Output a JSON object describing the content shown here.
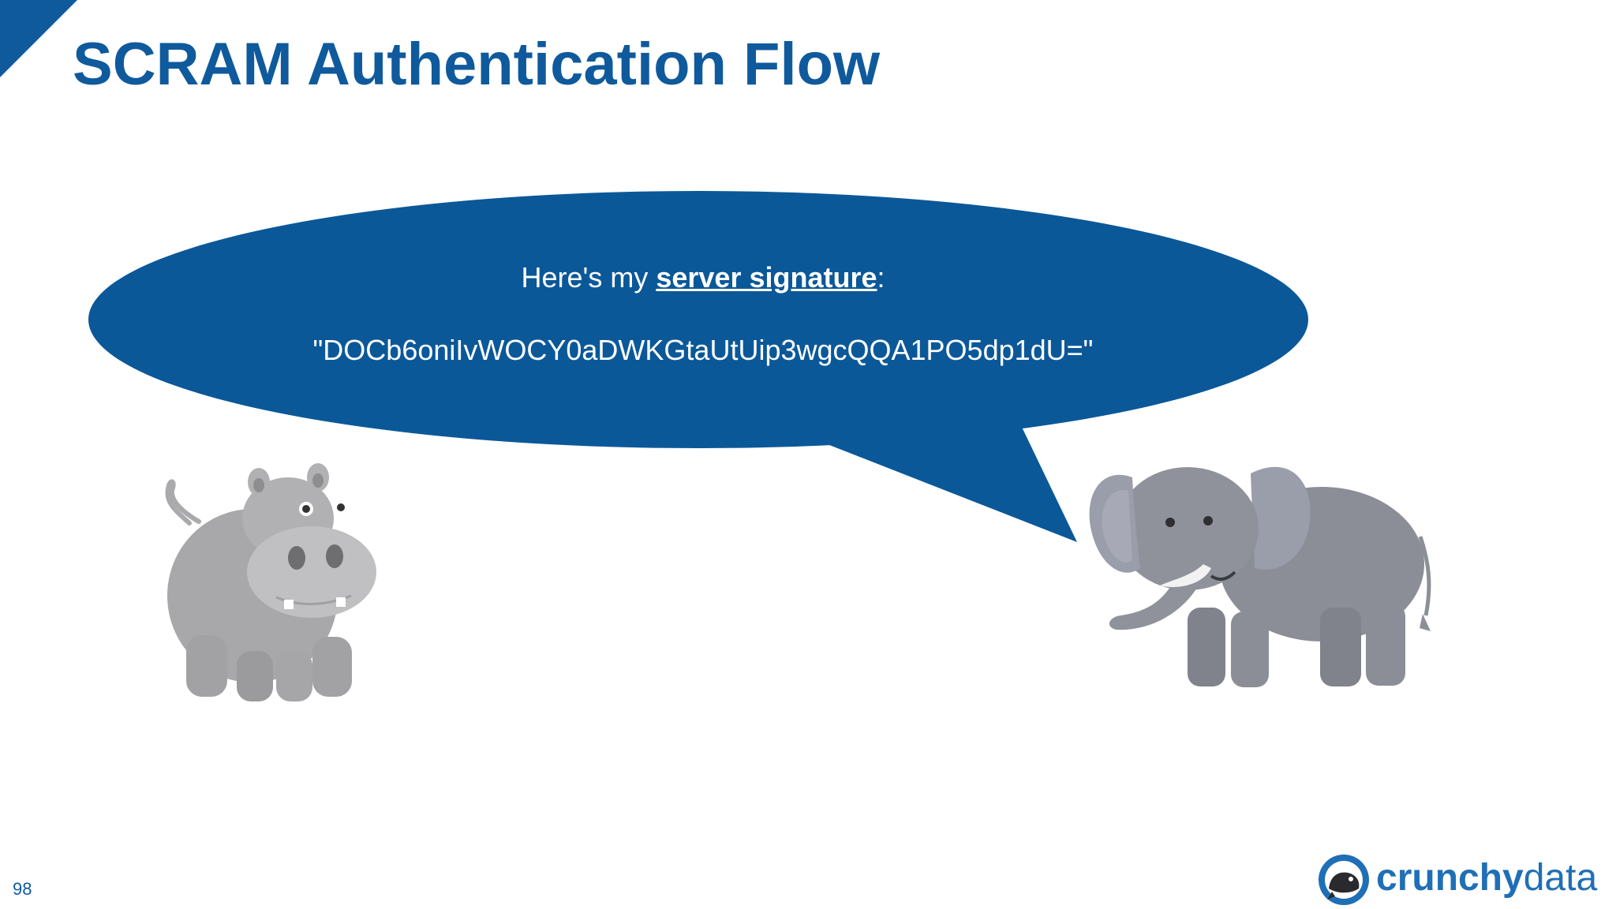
{
  "slide": {
    "title": "SCRAM Authentication Flow",
    "page_number": "98"
  },
  "bubble": {
    "prefix": "Here's my ",
    "emphasis": "server signature",
    "suffix": ":",
    "signature": "\"DOCb6oniIvWOCY0aDWKGtaUtUip3wgcQQA1PO5dp1dU=\""
  },
  "logo": {
    "word1": "crunchy",
    "word2": "data"
  },
  "colors": {
    "brand_blue": "#0f5a9c",
    "bubble_blue": "#0b5899",
    "animal_gray": "#a9a9ab",
    "elephant_gray": "#8c8f98"
  },
  "figures": {
    "left": "hippo-illustration",
    "right": "elephant-illustration"
  }
}
